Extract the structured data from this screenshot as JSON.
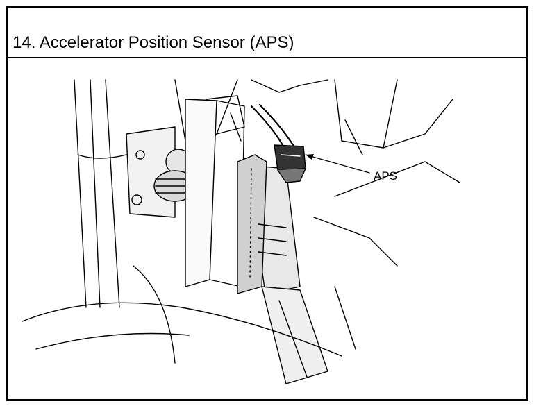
{
  "document": {
    "title": "14. Accelerator Position Sensor (APS)"
  },
  "figure": {
    "description_icon": "line-drawing-figure",
    "callouts": [
      {
        "label": "APS"
      }
    ],
    "colors": {
      "line": "#000000",
      "background": "#ffffff",
      "shade": "#d9d9d9"
    }
  }
}
